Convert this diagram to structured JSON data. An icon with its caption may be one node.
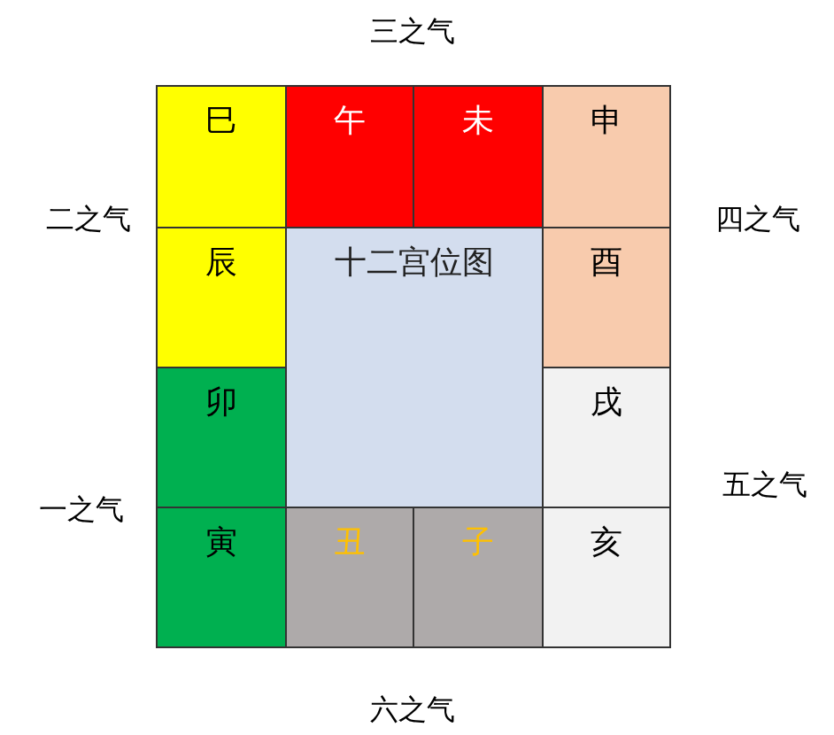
{
  "diagram": {
    "nodes": [
      {
        "text": [
          "巳"
        ]
      },
      {
        "text": [
          "午"
        ]
      },
      {
        "text": [
          "未"
        ]
      },
      {
        "text": [
          "申"
        ]
      },
      {
        "text": [
          "辰"
        ]
      },
      {
        "text": [
          "十二宫位图"
        ]
      },
      {
        "text": [
          "酉"
        ]
      },
      {
        "text": [
          "卯"
        ]
      },
      {
        "text": [
          "戌"
        ]
      },
      {
        "text": [
          "寅"
        ]
      },
      {
        "text": [
          "丑"
        ]
      },
      {
        "text": [
          "子"
        ]
      },
      {
        "text": [
          "亥"
        ]
      }
    ],
    "labels": [
      "三之气",
      "二之气",
      "四之气",
      "一之气",
      "五之气",
      "六之气"
    ]
  }
}
